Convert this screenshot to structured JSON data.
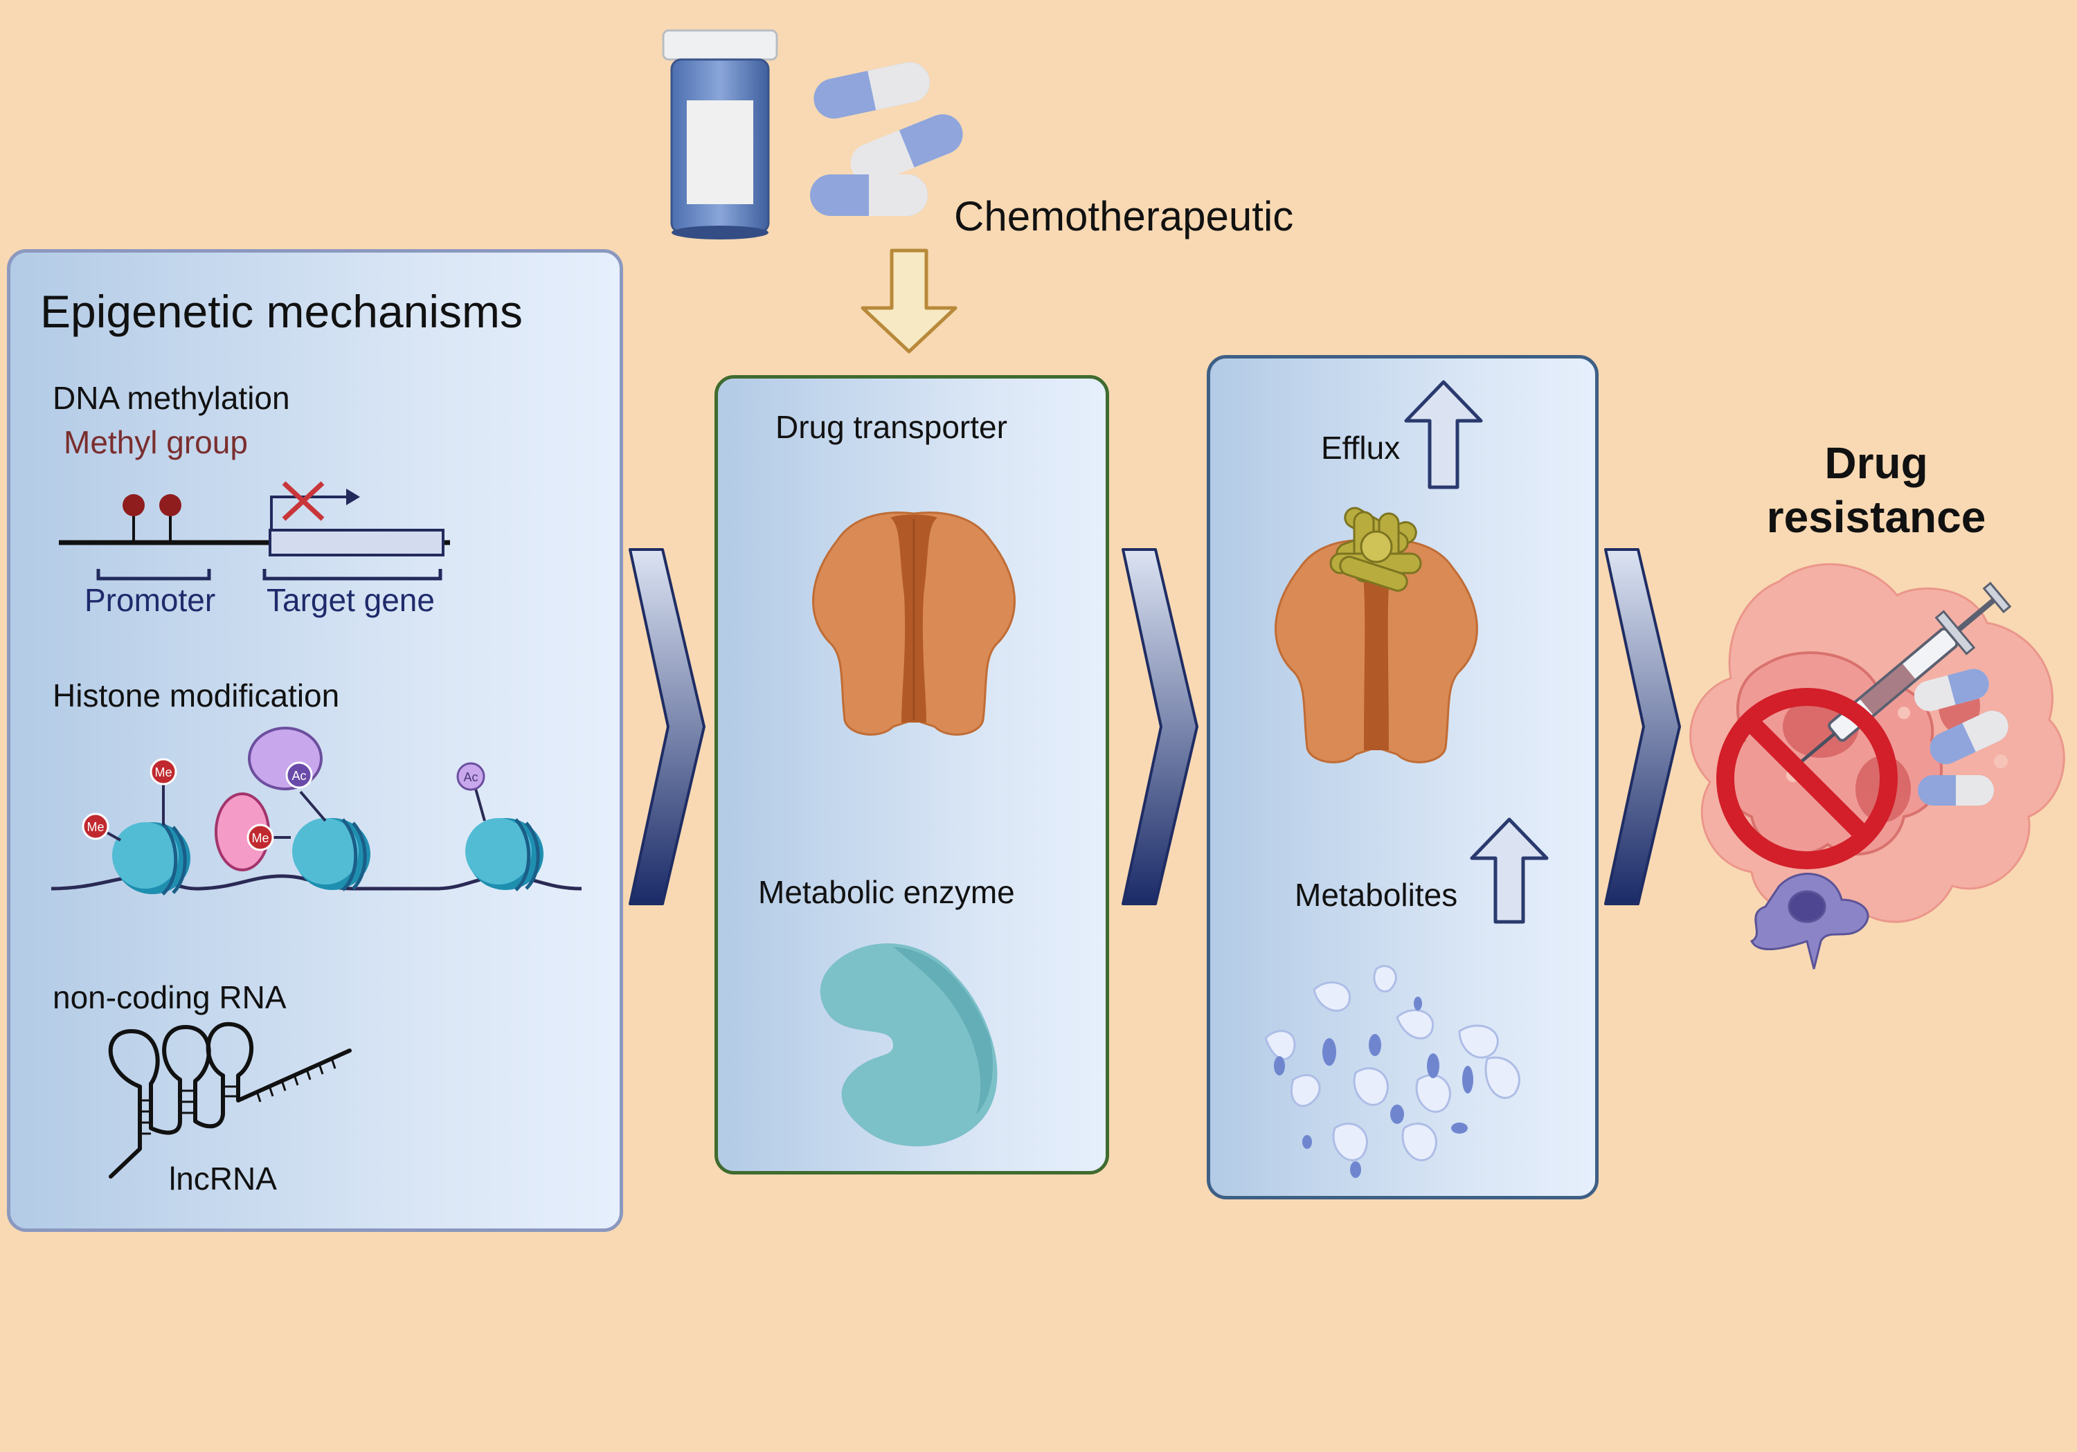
{
  "chemotherapeutic": {
    "label": "Chemotherapeutic"
  },
  "epigenetic": {
    "title": "Epigenetic mechanisms",
    "dna_methylation": {
      "heading": "DNA methylation",
      "methyl_group": "Methyl group",
      "promoter": "Promoter",
      "target_gene": "Target gene"
    },
    "histone": {
      "heading": "Histone modification",
      "me_label": "Me",
      "ac_label": "Ac"
    },
    "ncrna": {
      "heading": "non-coding RNA",
      "lncrna": "lncRNA"
    }
  },
  "drug_panel": {
    "transporter": "Drug transporter",
    "enzyme": "Metabolic enzyme"
  },
  "resistance_panel": {
    "efflux": "Efflux",
    "metabolites": "Metabolites"
  },
  "outcome": {
    "line1": "Drug",
    "line2": "resistance"
  },
  "colors": {
    "background": "#f8d9b3",
    "transporter": "#d98a55",
    "enzyme": "#7cc0c8",
    "chevron": "#2d3d78",
    "prohibit": "#d21f2a"
  }
}
